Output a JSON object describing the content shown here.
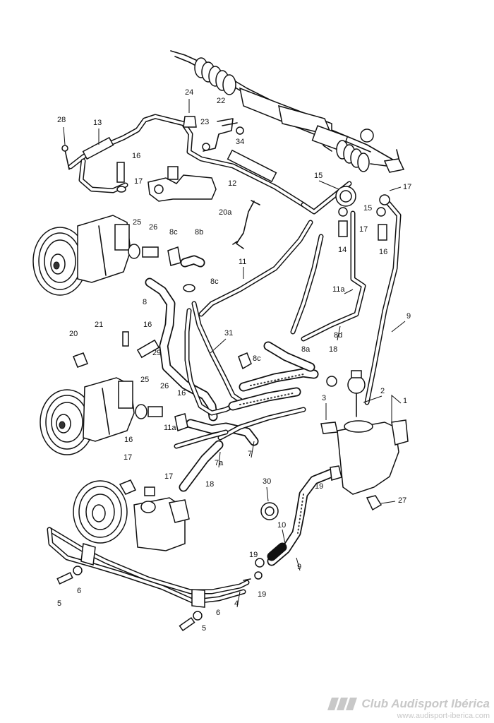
{
  "callouts": {
    "c28": "28",
    "c13": "13",
    "c24": "24",
    "c22": "22",
    "c23": "23",
    "c34": "34",
    "c16a": "16",
    "c17a": "17",
    "c12": "12",
    "c15a": "15",
    "c17b": "17",
    "c15b": "15",
    "c17c": "17",
    "c14": "14",
    "c16b": "16",
    "c25a": "25",
    "c26a": "26",
    "c8c_a": "8c",
    "c8b": "8b",
    "c20a": "20a",
    "c8c_b": "8c",
    "c11": "11",
    "c11a_a": "11a",
    "c8": "8",
    "c9a": "9",
    "c21": "21",
    "c16c": "16",
    "c20": "20",
    "c31": "31",
    "c29": "29",
    "c8d": "8d",
    "c8a": "8a",
    "c18a": "18",
    "c8c_c": "8c",
    "c25b": "25",
    "c26b": "26",
    "c16d": "16",
    "c2": "2",
    "c1": "1",
    "c3": "3",
    "c11a_b": "11a",
    "c7a": "7a",
    "c7": "7",
    "c16e": "16",
    "c17d": "17",
    "c17e": "17",
    "c18b": "18",
    "c30": "30",
    "c19a": "19",
    "c27": "27",
    "c10": "10",
    "c9b": "9",
    "c19b": "19",
    "c19c": "19",
    "c5a": "5",
    "c6a": "6",
    "c4": "4",
    "c6b": "6",
    "c5b": "5"
  },
  "footer": {
    "brand": "Club Audisport Ibérica",
    "url": "www.audisport-iberica.com"
  }
}
